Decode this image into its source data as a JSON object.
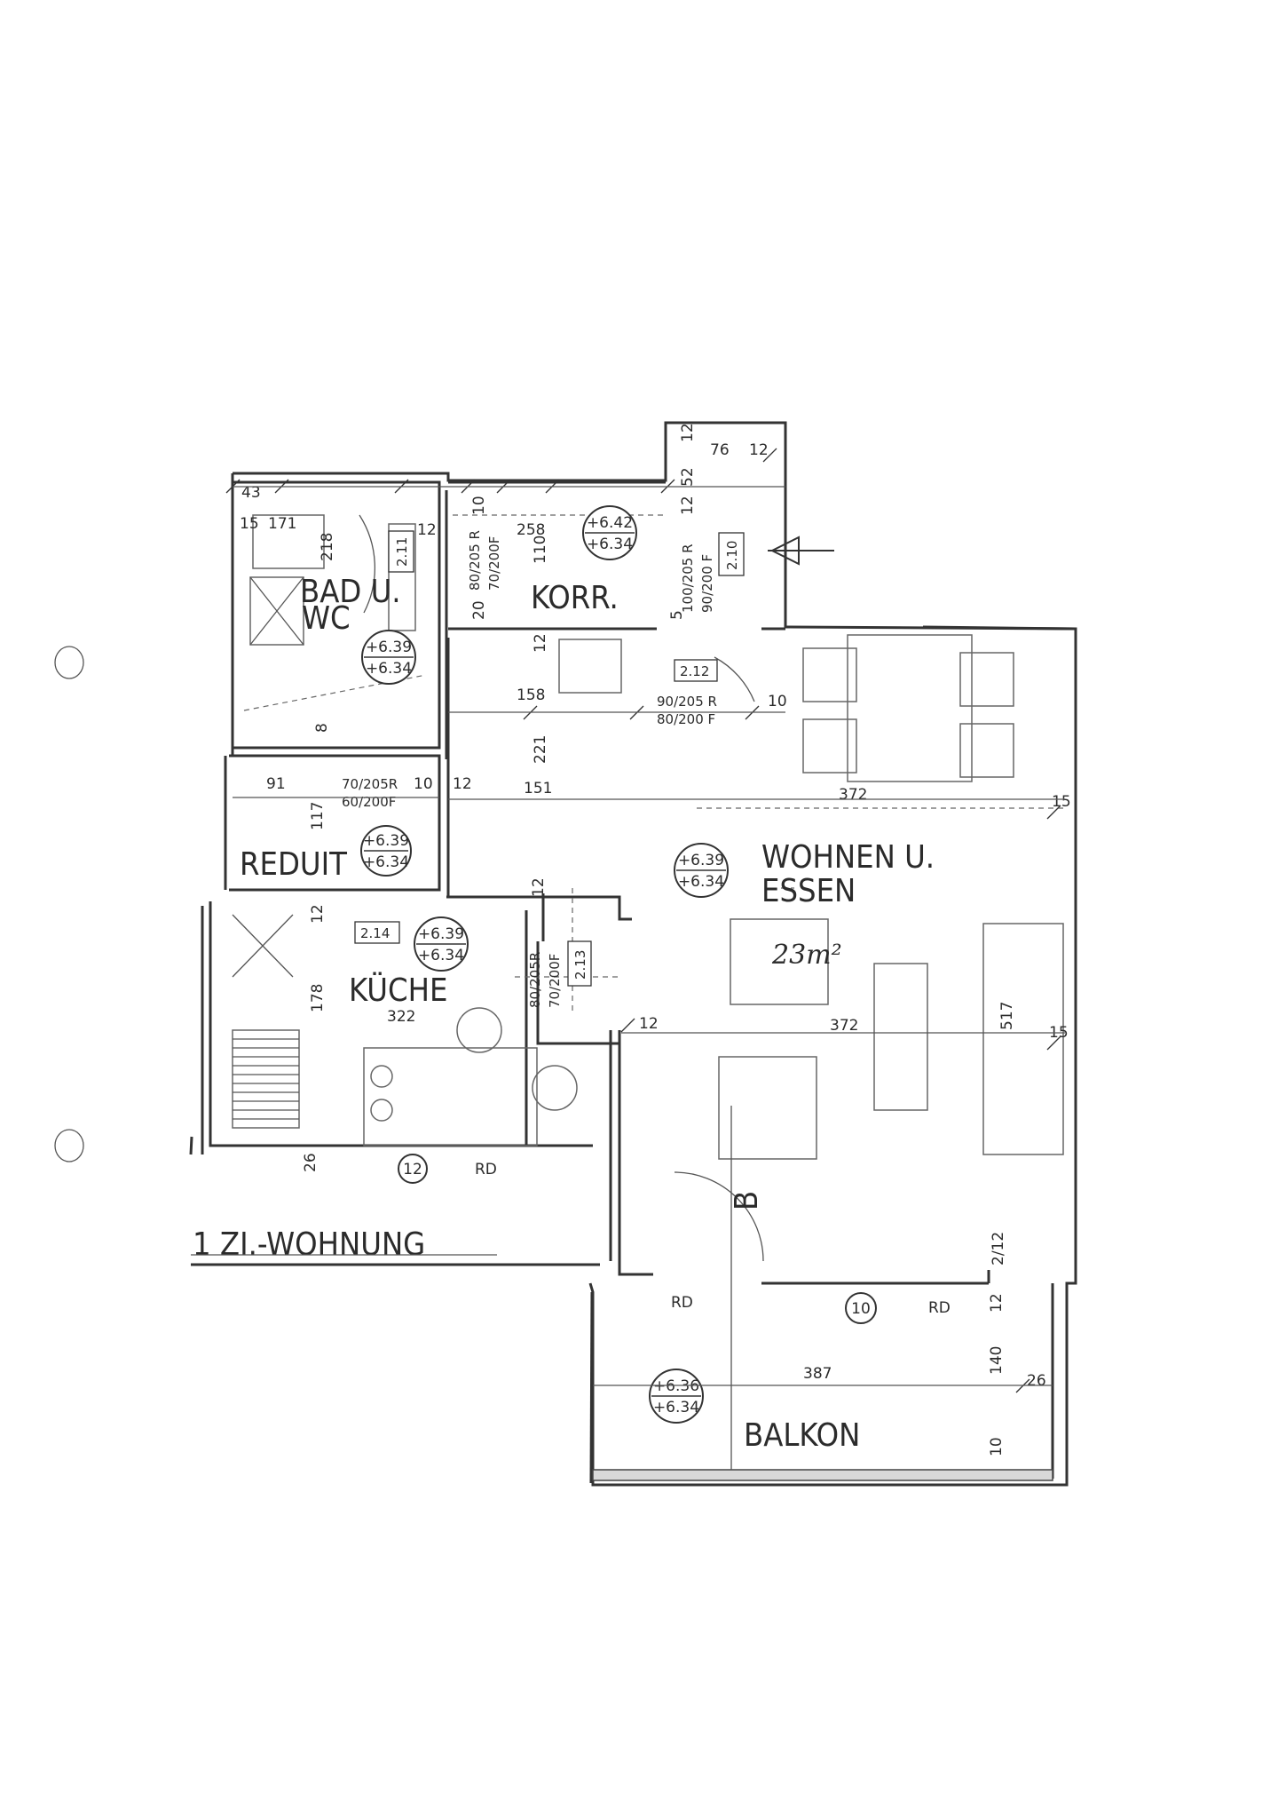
{
  "rooms": {
    "bad_line1": "BAD U.",
    "bad_line2": "WC",
    "korr": "KORR.",
    "reduit": "REDUIT",
    "kueche": "KÜCHE",
    "wohnen_line1": "WOHNEN U.",
    "wohnen_line2": "ESSEN",
    "balkon": "BALKON",
    "apartment": "1 ZI.-WOHNUNG",
    "handwritten_area": "23m²",
    "section_marker": "B"
  },
  "levels": {
    "bad": [
      "+6.39",
      "+6.34"
    ],
    "korr": [
      "+6.42",
      "+6.34"
    ],
    "reduit": [
      "+6.39",
      "+6.34"
    ],
    "kueche": [
      "+6.39",
      "+6.34"
    ],
    "wohnen": [
      "+6.39",
      "+6.34"
    ],
    "balkon": [
      "+6.36",
      "+6.34"
    ]
  },
  "doors": {
    "bad": [
      "80/205 R",
      "70/200F"
    ],
    "korr_entry": [
      "100/205 R",
      "90/200 F"
    ],
    "wohnen": [
      "90/205 R",
      "80/200 F"
    ],
    "reduit": [
      "70/205R",
      "60/200F"
    ],
    "kueche": [
      "80/205R",
      "70/200F"
    ]
  },
  "tags": {
    "t211": "2.11",
    "t210": "2.10",
    "t212": "2.12",
    "t214": "2.14",
    "t213": "2.13"
  },
  "dimensions": {
    "d43": "43",
    "d15a": "15",
    "d171": "171",
    "d218": "218",
    "d12a": "12",
    "d10a": "10",
    "d20": "20",
    "d258": "258",
    "d110": "110",
    "d12b": "12",
    "d5": "5",
    "d52": "52",
    "d76": "76",
    "d12c": "12",
    "d12d": "12",
    "d8": "8",
    "d12e": "12",
    "d158": "158",
    "d221": "221",
    "d10b": "10",
    "d91": "91",
    "d117": "117",
    "d10c": "10",
    "d12f": "12",
    "d151": "151",
    "d372a": "372",
    "d15b": "15",
    "d12g": "12",
    "d12h": "12",
    "d178": "178",
    "d322": "322",
    "d12i": "12",
    "d372b": "372",
    "d517": "517",
    "d15c": "15",
    "d26a": "26",
    "d12j": "12",
    "rd1": "RD",
    "d212": "2/12",
    "rd2": "RD",
    "d10d": "10",
    "rd3": "RD",
    "d12k": "12",
    "d387": "387",
    "d140": "140",
    "d26b": "26",
    "d10e": "10"
  }
}
